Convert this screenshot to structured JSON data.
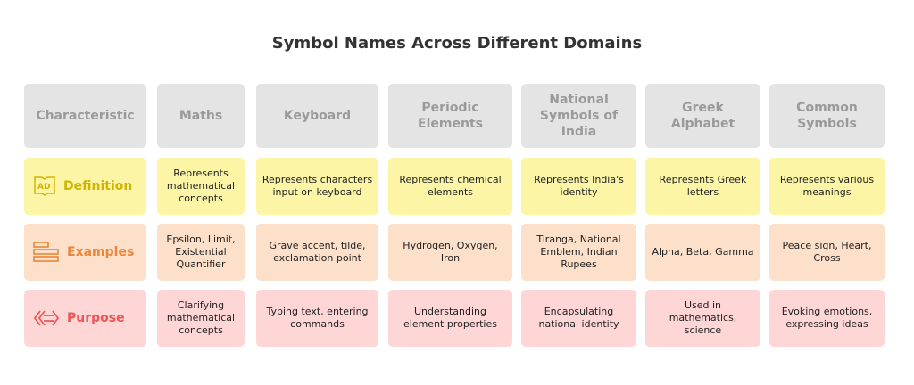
{
  "title": "Symbol Names Across Different Domains",
  "headers": [
    "Characteristic",
    "Maths",
    "Keyboard",
    "Periodic Elements",
    "National Symbols of India",
    "Greek Alphabet",
    "Common Symbols"
  ],
  "rows": [
    {
      "label": "Definition",
      "icon": "book-ad-icon",
      "color": "#d2b400",
      "cells": [
        "Represents mathematical concepts",
        "Represents characters input on keyboard",
        "Represents chemical elements",
        "Represents India's identity",
        "Represents Greek letters",
        "Represents various meanings"
      ]
    },
    {
      "label": "Examples",
      "icon": "list-bars-icon",
      "color": "#e8873a",
      "cells": [
        "Epsilon, Limit, Existential Quantifier",
        "Grave accent, tilde, exclamation point",
        "Hydrogen, Oxygen, Iron",
        "Tiranga, National Emblem, Indian Rupees",
        "Alpha, Beta, Gamma",
        "Peace sign, Heart, Cross"
      ]
    },
    {
      "label": "Purpose",
      "icon": "arrows-exchange-icon",
      "color": "#ee5656",
      "cells": [
        "Clarifying mathematical concepts",
        "Typing text, entering commands",
        "Understanding element properties",
        "Encapsulating national identity",
        "Used in mathematics, science",
        "Evoking emotions, expressing ideas"
      ]
    }
  ]
}
